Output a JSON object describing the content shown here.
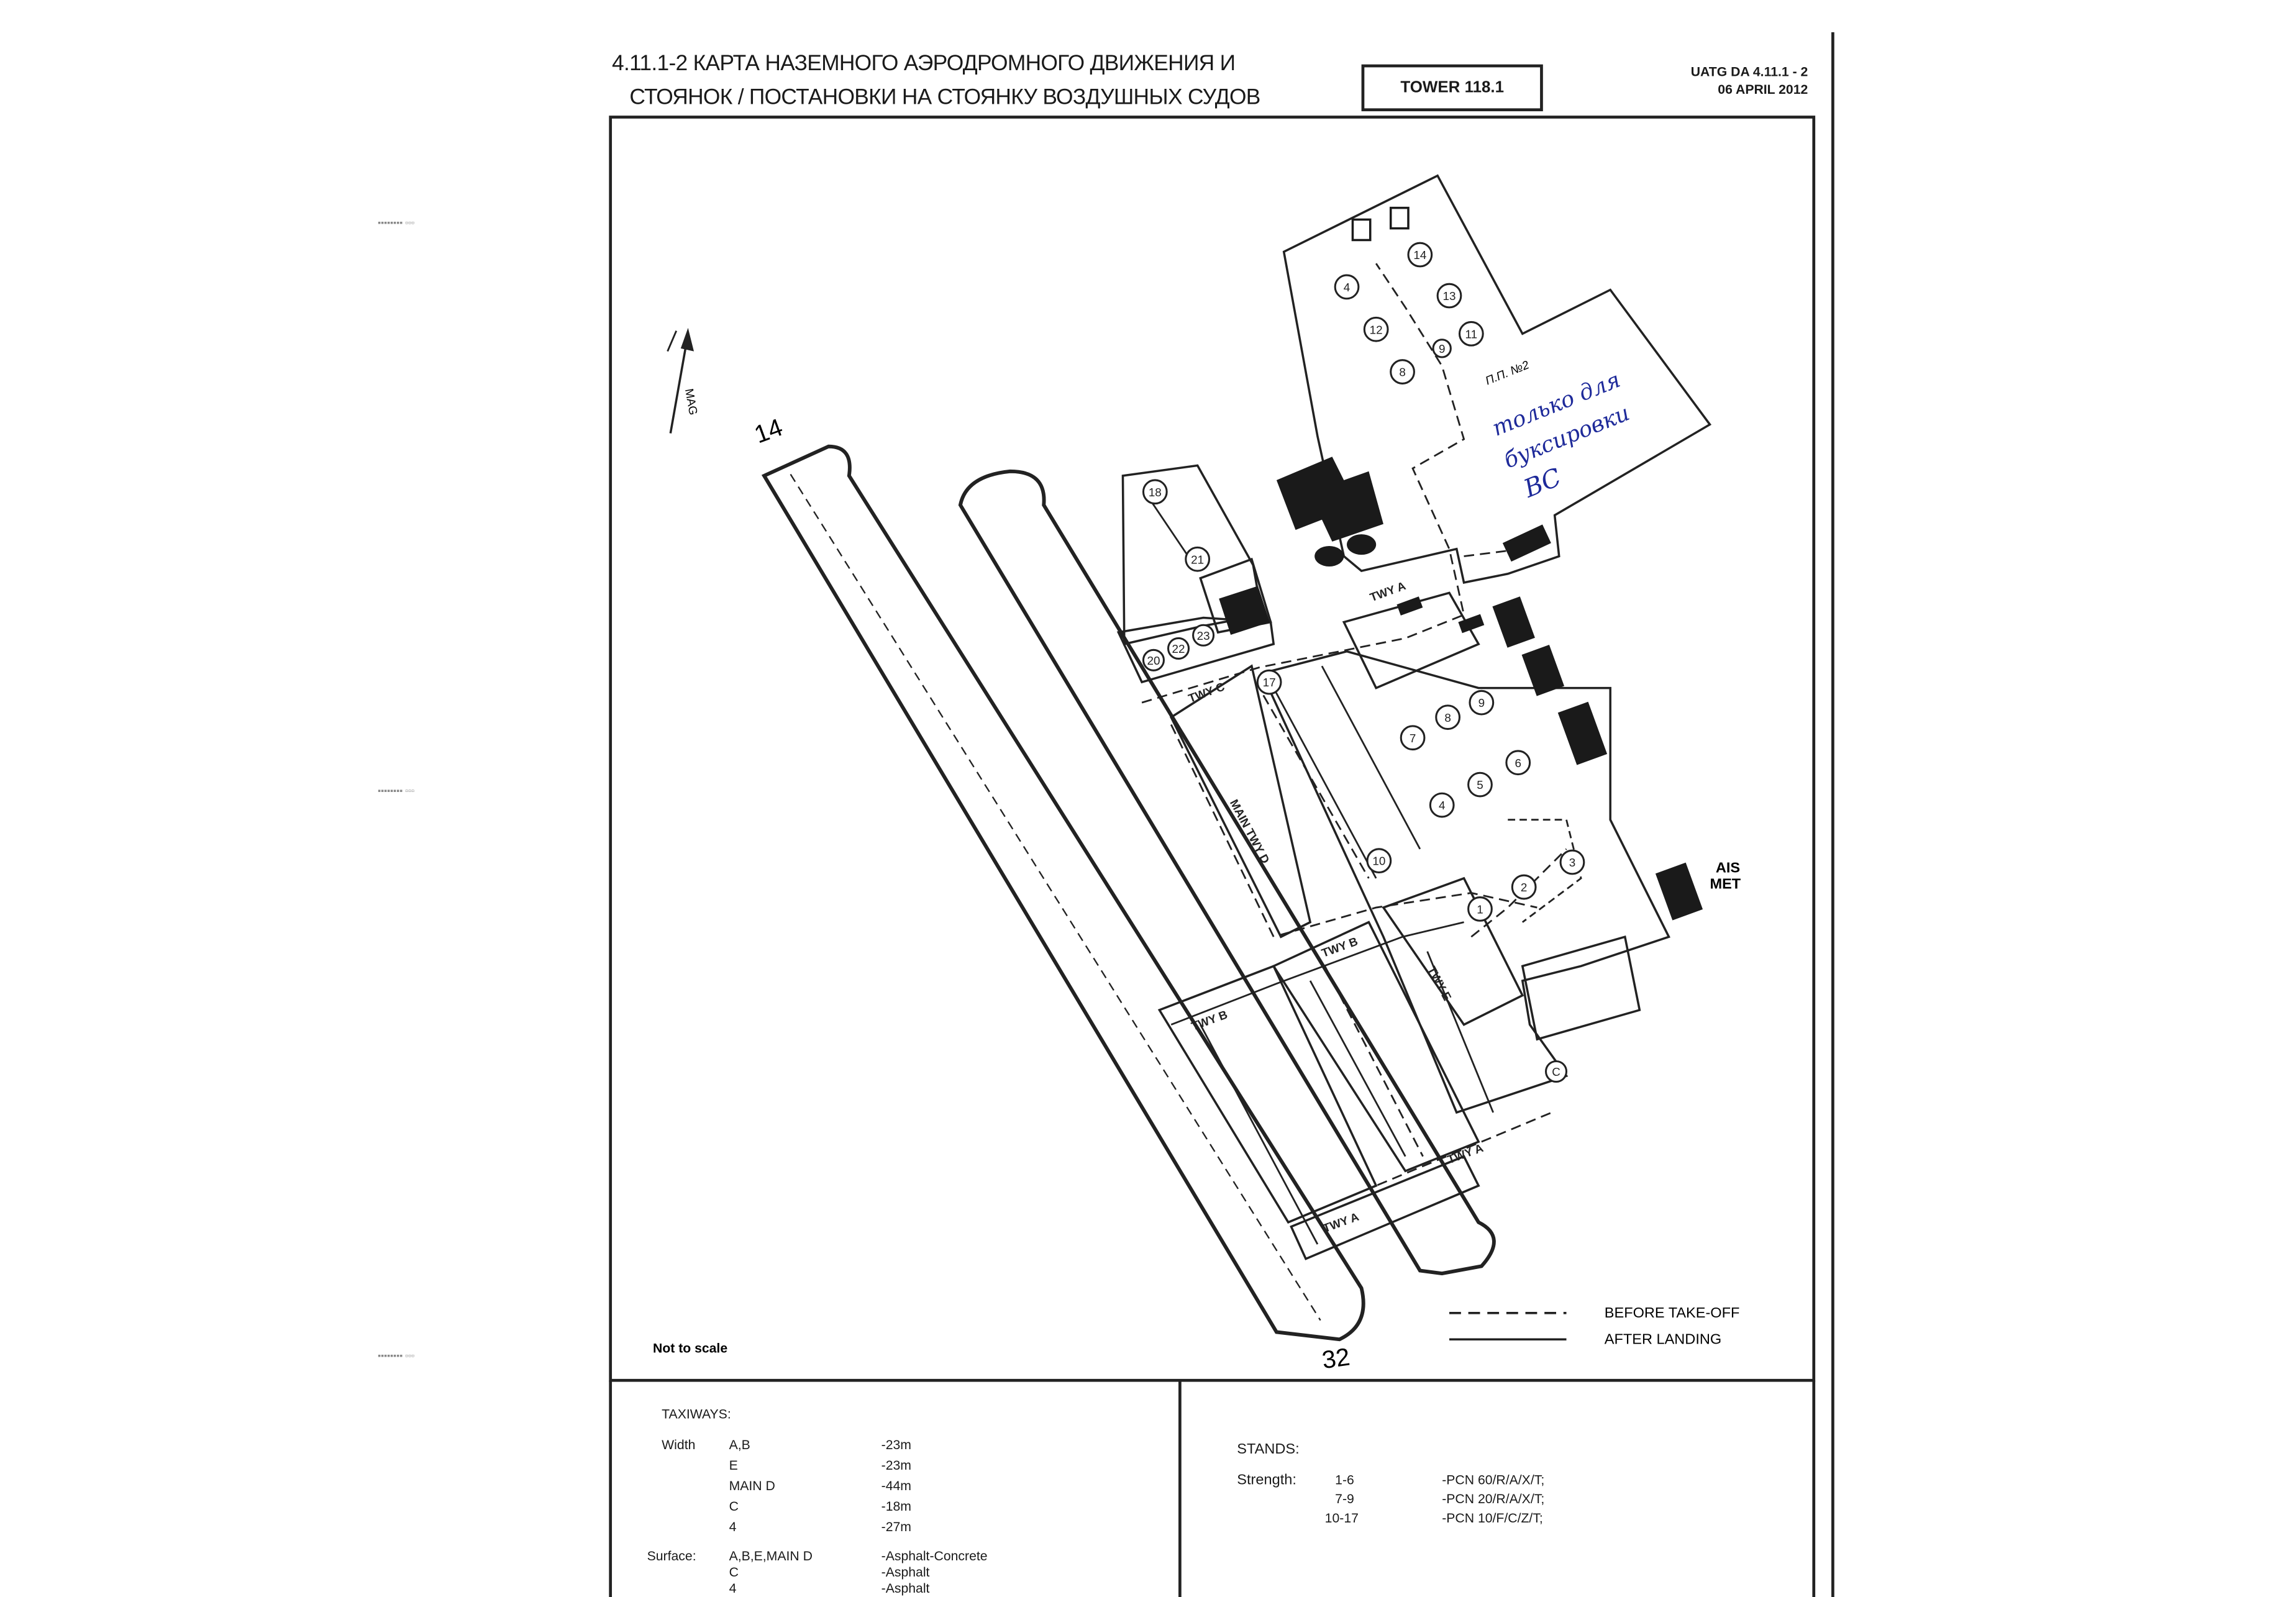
{
  "header": {
    "title_line1": "4.11.1-2 КАРТА НАЗЕМНОГО АЭРОДРОМНОГО ДВИЖЕНИЯ И",
    "title_line2": "СТОЯНОК / ПОСТАНОВКИ НА СТОЯНКУ ВОЗДУШНЫХ СУДОВ",
    "tower": "TOWER 118.1",
    "ref": "UATG DA 4.11.1 - 2",
    "date": "06 APRIL 2012"
  },
  "map": {
    "runway_ends": [
      "14",
      "32"
    ],
    "taxiway_labels": {
      "twy_a_top": "TWY A",
      "twy_c": "TWY C",
      "main_twy": "MAIN TWY D",
      "twy_b_1": "TWY B",
      "twy_b_2": "TWY B",
      "twy_e": "TWY E",
      "twy_a_1": "TWY A",
      "twy_a_2": "TWY A"
    },
    "stands_top": [
      "4",
      "14",
      "12",
      "13",
      "11",
      "8",
      "9"
    ],
    "stands_mid": [
      "7",
      "8",
      "9",
      "6",
      "5",
      "4",
      "1",
      "2",
      "3"
    ],
    "stands_left": [
      "20",
      "22",
      "23"
    ],
    "stand_range": [
      "18",
      "21",
      "17",
      "10"
    ],
    "apron_label": "П.П. №2",
    "ais_met": [
      "AIS",
      "MET"
    ],
    "north": "MAG",
    "not_to_scale": "Not to scale",
    "c_marker": "C",
    "handwritten": [
      "только для",
      "буксировки",
      "ВС"
    ]
  },
  "legend": {
    "before_takeoff": "BEFORE TAKE-OFF",
    "after_landing": "AFTER LANDING"
  },
  "taxiways_info": {
    "heading": "TAXIWAYS:",
    "width_label": "Width",
    "widths": [
      {
        "name": "A,B",
        "value": "-23m"
      },
      {
        "name": "E",
        "value": "-23m"
      },
      {
        "name": "MAIN D",
        "value": "-44m"
      },
      {
        "name": "C",
        "value": "-18m"
      },
      {
        "name": "4",
        "value": "-27m"
      }
    ],
    "surface_label": "Surface:",
    "surfaces": [
      {
        "name": "A,B,E,MAIN D",
        "value": "-Asphalt-Concrete"
      },
      {
        "name": "C",
        "value": "-Asphalt"
      },
      {
        "name": "4",
        "value": "-Asphalt"
      }
    ]
  },
  "stands_info": {
    "heading": "STANDS:",
    "strength_label": "Strength:",
    "rows": [
      {
        "range": "1-6",
        "value": "-PCN 60/R/A/X/T;"
      },
      {
        "range": "7-9",
        "value": "-PCN 20/R/A/X/T;"
      },
      {
        "range": "10-17",
        "value": "-PCN 10/F/C/Z/T;"
      }
    ]
  },
  "colors": {
    "ink": "#1a1a1a",
    "handwriting": "#1e2a9a",
    "paper": "#ffffff"
  }
}
